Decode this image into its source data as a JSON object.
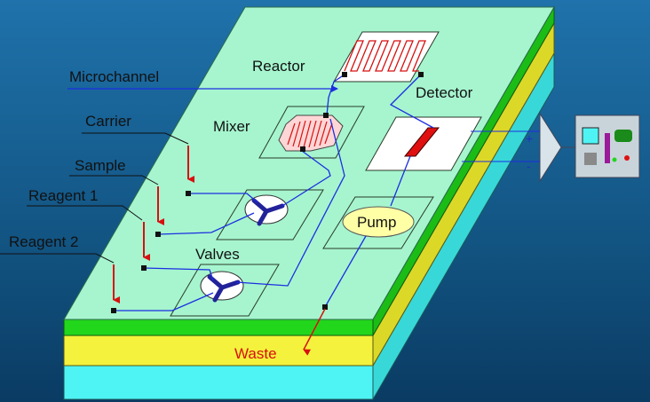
{
  "labels": {
    "microchannel": "Microchannel",
    "carrier": "Carrier",
    "sample": "Sample",
    "reagent1": "Reagent 1",
    "reagent2": "Reagent 2",
    "reactor": "Reactor",
    "mixer": "Mixer",
    "detector": "Detector",
    "pump": "Pump",
    "valves": "Valves",
    "waste": "Waste",
    "plus": "+",
    "minus": "-"
  },
  "colors": {
    "background_top": "#1e6fa8",
    "background_bottom": "#0a3b63",
    "chip_top": "#a6f5cf",
    "layer_green": "#22d61c",
    "layer_yellow": "#f4f23c",
    "layer_cyan": "#4ef4f4",
    "channel": "#1c2ee0",
    "arrow": "#d81010",
    "reactor_trace": "#d81010",
    "pump_fill": "#ffffa6",
    "valve_rotor": "#22229a",
    "detector_cell": "#e01010"
  }
}
